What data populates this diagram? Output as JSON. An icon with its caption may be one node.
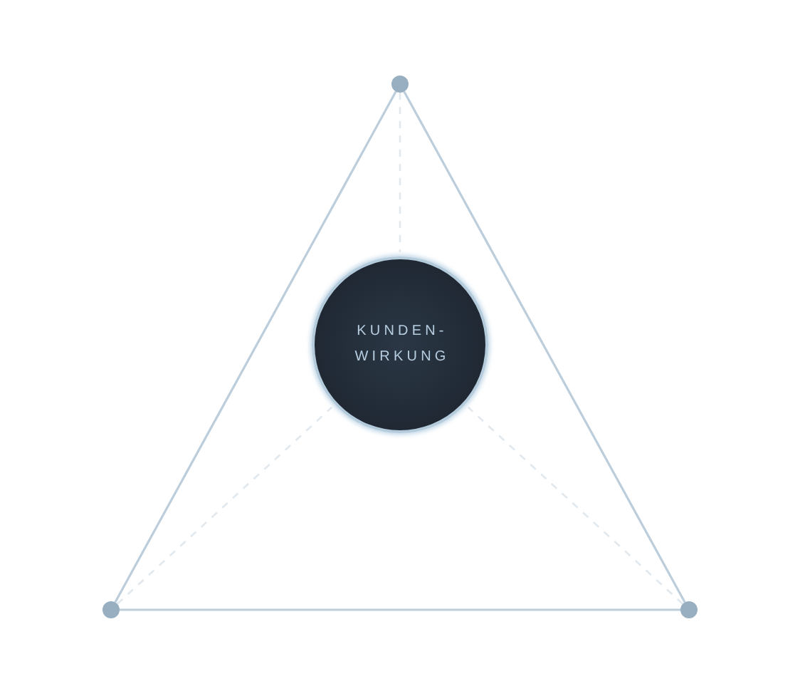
{
  "diagram": {
    "nodes": [
      {
        "text": [],
        "shape": "circle"
      },
      {
        "text": [
          "KUNDEN-WIRKUNG"
        ]
      },
      {
        "text": [],
        "shape": "circle"
      },
      {
        "text": [],
        "shape": "circle"
      }
    ],
    "edges": [
      {
        "from": 0,
        "to": 2,
        "arrow": "none"
      },
      {
        "from": 0,
        "to": 3,
        "arrow": "none"
      },
      {
        "from": 2,
        "to": 3,
        "arrow": "none"
      },
      {
        "from": 0,
        "to": 1,
        "arrow": "none",
        "style": "dashed",
        "color": "#e1e8ee"
      },
      {
        "from": 2,
        "to": 1,
        "arrow": "none",
        "style": "dashed",
        "color": "#e1e8ee"
      },
      {
        "from": 3,
        "to": 1,
        "arrow": "none",
        "style": "dashed",
        "color": "#e1e8ee"
      }
    ]
  }
}
